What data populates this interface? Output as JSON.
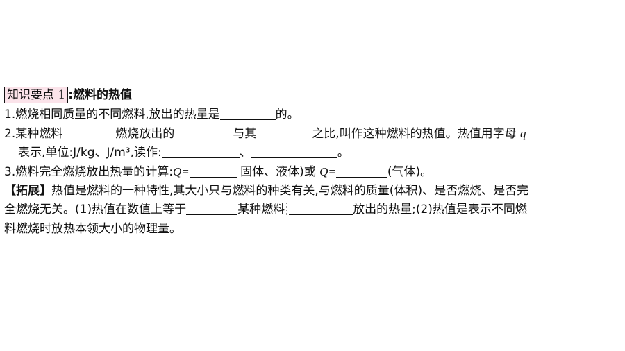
{
  "heading": {
    "tag_text": "知识要点",
    "tag_number": "1",
    "title": ":燃料的热值"
  },
  "items": {
    "i1": {
      "a": "1.燃烧相同质量的不同燃料,放出的热量是",
      "b": "的。"
    },
    "i2": {
      "a": "2.某种燃料",
      "b": "燃烧放出的",
      "c": "与其",
      "d": "之比,叫作这种燃料的热值。热值用字母",
      "e": "q",
      "f": "表示,单位:J/kg、J/m³,读作:",
      "g": "、",
      "h": "。"
    },
    "i3": {
      "a": "3.燃料完全燃烧放出热量的计算:",
      "q1": "Q=",
      "b": "固体、液体)或",
      "q2": "Q=",
      "c": "(气体)。"
    }
  },
  "extension": {
    "label": "【拓展】",
    "l1": "热值是燃料的一种特性,其大小只与燃料的种类有关,与燃料的质量(体积)、是否燃烧、是否完",
    "l2a": "全燃烧无关。(1)热值在数值上等于",
    "l2b": "某种燃料",
    "l2c": "放出的热量;(2)热值是表示不同燃",
    "l3": "料燃烧时放热本领大小的物理量。"
  }
}
